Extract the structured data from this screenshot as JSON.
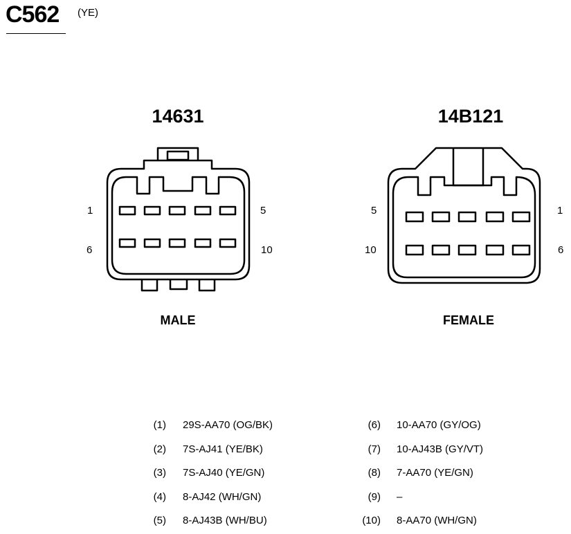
{
  "connector": {
    "id": "C562",
    "color": "(YE)"
  },
  "male": {
    "part_number": "14631",
    "label": "MALE",
    "pin_top_left": "1",
    "pin_top_right": "5",
    "pin_bottom_left": "6",
    "pin_bottom_right": "10"
  },
  "female": {
    "part_number": "14B121",
    "label": "FEMALE",
    "pin_top_left": "5",
    "pin_top_right": "1",
    "pin_bottom_left": "10",
    "pin_bottom_right": "6"
  },
  "pins_left": [
    {
      "num": "(1)",
      "circuit": "29S-AA70 (OG/BK)"
    },
    {
      "num": "(2)",
      "circuit": "7S-AJ41 (YE/BK)"
    },
    {
      "num": "(3)",
      "circuit": "7S-AJ40 (YE/GN)"
    },
    {
      "num": "(4)",
      "circuit": "8-AJ42 (WH/GN)"
    },
    {
      "num": "(5)",
      "circuit": "8-AJ43B (WH/BU)"
    }
  ],
  "pins_right": [
    {
      "num": "(6)",
      "circuit": "10-AA70 (GY/OG)"
    },
    {
      "num": "(7)",
      "circuit": "10-AJ43B (GY/VT)"
    },
    {
      "num": "(8)",
      "circuit": "7-AA70 (YE/GN)"
    },
    {
      "num": "(9)",
      "circuit": "–"
    },
    {
      "num": "(10)",
      "circuit": "8-AA70 (WH/GN)"
    }
  ]
}
